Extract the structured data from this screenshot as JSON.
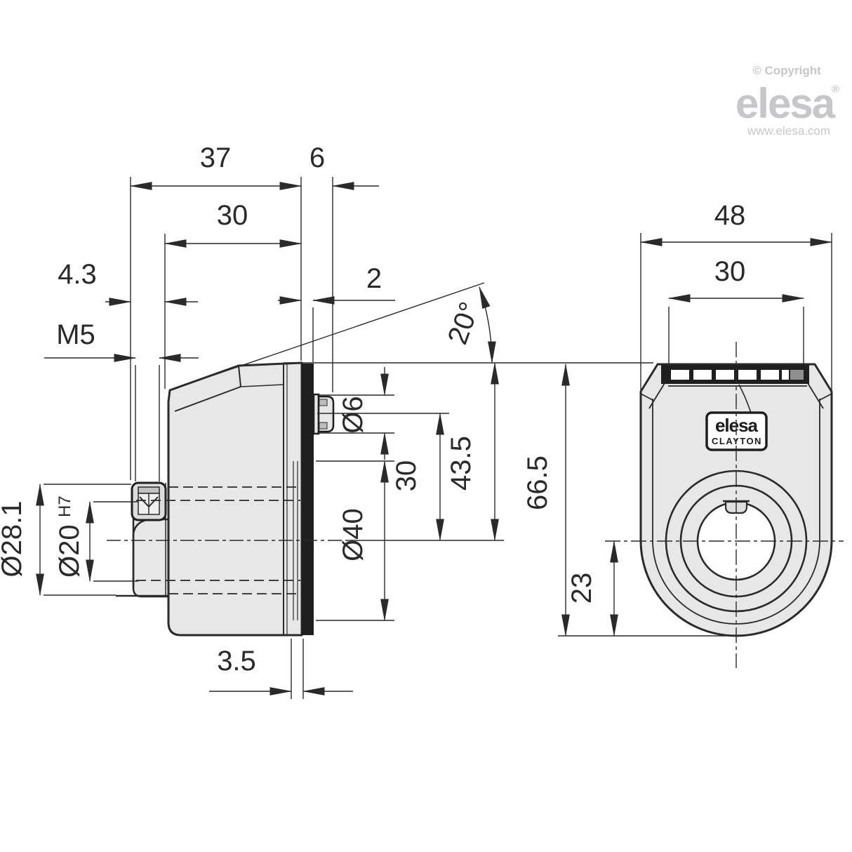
{
  "colors": {
    "line": "#2a2a2a",
    "body_fill": "#e7e7e7",
    "gasket": "#1f1f1f",
    "logo_gray": "#c7c7cb"
  },
  "side_view": {
    "dims": {
      "w37": "37",
      "w6": "6",
      "w30": "30",
      "w4_3": "4.3",
      "m5": "M5",
      "w2": "2",
      "angle": "20°",
      "dia6": "Ø6",
      "h30": "30",
      "h43_5": "43.5",
      "dia40": "Ø40",
      "dia28_1": "Ø28.1",
      "dia20": "Ø20",
      "fit_h7": "H7",
      "w3_5": "3.5"
    }
  },
  "front_view": {
    "dims": {
      "w48": "48",
      "w30": "30",
      "h66_5": "66.5",
      "h23": "23"
    },
    "label": {
      "brand": "elesa",
      "model": "CLAYTON"
    }
  },
  "branding": {
    "copyright": "© Copyright",
    "logo": "elesa",
    "reg": "®",
    "url": "www.elesa.com"
  }
}
